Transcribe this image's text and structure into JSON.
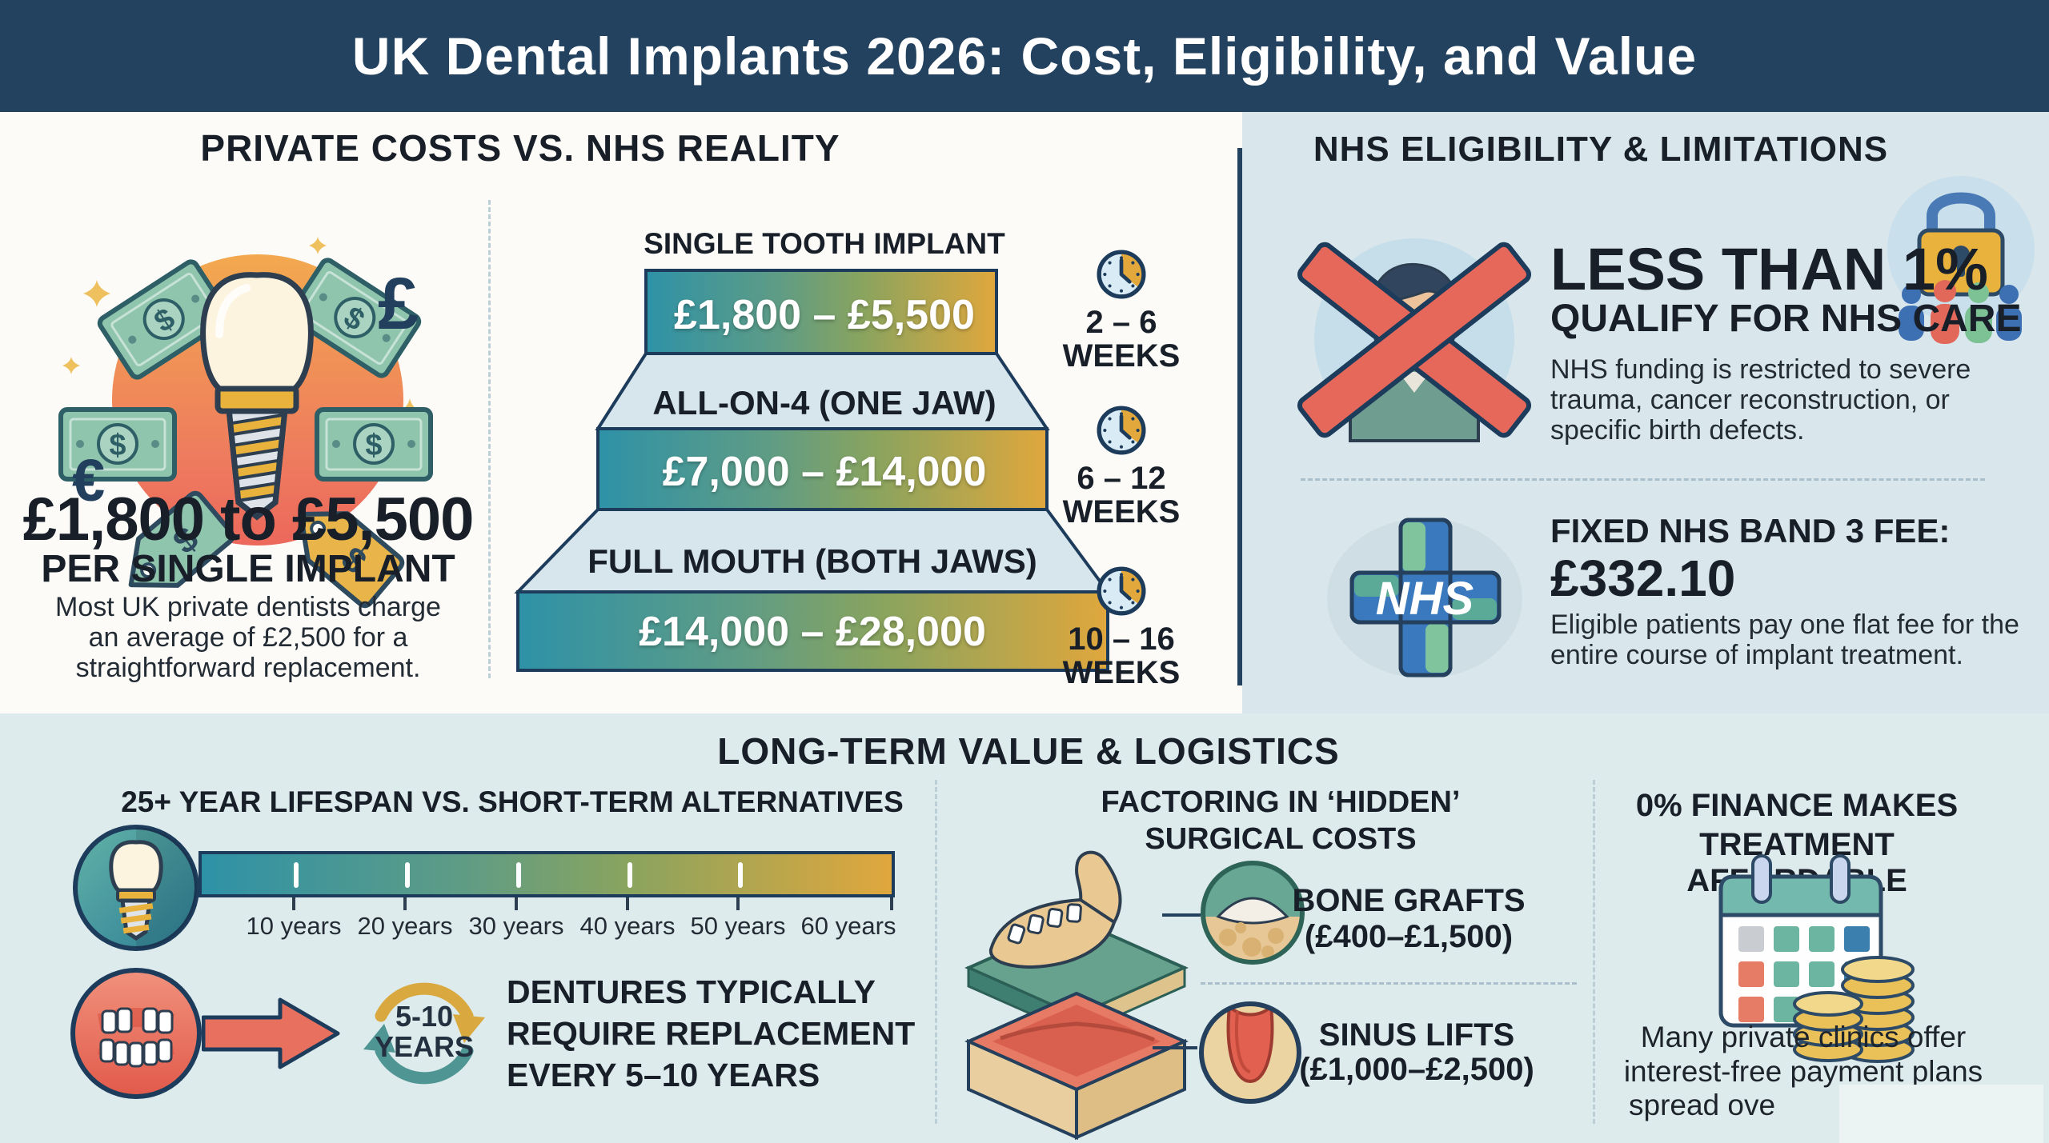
{
  "header": {
    "title": "UK Dental Implants 2026: Cost, Eligibility, and Value"
  },
  "private_costs": {
    "heading": "PRIVATE COSTS VS. NHS REALITY",
    "currency_pound": "£",
    "currency_euro": "€",
    "price_headline": "£1,800 to £5,500",
    "price_subheading": "PER SINGLE IMPLANT",
    "note_lines": [
      "Most UK private dentists charge",
      "an average of £2,500 for a",
      "straightforward replacement."
    ],
    "pyramid": {
      "tiers": [
        {
          "label": "SINGLE TOOTH IMPLANT",
          "price": "£1,800 – £5,500",
          "duration_range": "2 – 6",
          "duration_unit": "WEEKS"
        },
        {
          "label": "ALL-ON-4 (ONE JAW)",
          "price": "£7,000 – £14,000",
          "duration_range": "6 – 12",
          "duration_unit": "WEEKS"
        },
        {
          "label": "FULL MOUTH (BOTH JAWS)",
          "price": "£14,000 – £28,000",
          "duration_range": "10 – 16",
          "duration_unit": "WEEKS"
        }
      ]
    }
  },
  "nhs": {
    "heading": "NHS ELIGIBILITY & LIMITATIONS",
    "stat_value": "LESS THAN 1%",
    "stat_label": "QUALIFY FOR NHS CARE",
    "stat_desc_lines": [
      "NHS funding is restricted to severe",
      "trauma, cancer reconstruction, or",
      "specific birth defects."
    ],
    "logo_text": "NHS",
    "fee_label": "FIXED NHS BAND 3 FEE:",
    "fee_value": "£332.10",
    "fee_desc_lines": [
      "Eligible patients pay one flat fee for the",
      "entire course of implant treatment."
    ]
  },
  "long_term": {
    "heading": "LONG-TERM VALUE & LOGISTICS",
    "lifespan": {
      "heading": "25+ YEAR LIFESPAN VS. SHORT-TERM ALTERNATIVES",
      "tick_labels": [
        "10 years",
        "20 years",
        "30 years",
        "40 years",
        "50 years",
        "60 years"
      ]
    },
    "dentures": {
      "cycle_value": "5-10",
      "cycle_unit": "YEARS",
      "text_lines": [
        "DENTURES TYPICALLY",
        "REQUIRE REPLACEMENT",
        "EVERY 5–10 YEARS"
      ]
    },
    "hidden_costs": {
      "heading_lines": [
        "FACTORING IN ‘HIDDEN’",
        "SURGICAL COSTS"
      ],
      "bone_grafts": {
        "label": "BONE GRAFTS",
        "price": "(£400–£1,500)"
      },
      "sinus_lifts": {
        "label": "SINUS LIFTS",
        "price": "(£1,000–£2,500)"
      }
    },
    "finance": {
      "heading_lines": [
        "0% FINANCE MAKES",
        "TREATMENT AFFORDABLE"
      ],
      "note_lines": [
        "Many private clinics offer",
        "interest-free payment plans",
        "spread ove"
      ]
    }
  },
  "colors": {
    "header_navy": "#23425f",
    "outline_navy": "#1d3c5c",
    "panel_blue": "#d9e6ec",
    "bottom_blue": "#deebec",
    "gradient_teal": "#2e92a7",
    "gradient_gold": "#e0a73d",
    "accent_red": "#e8705f",
    "money_green": "#8fc4ad",
    "tag_gold": "#e9b54a"
  }
}
